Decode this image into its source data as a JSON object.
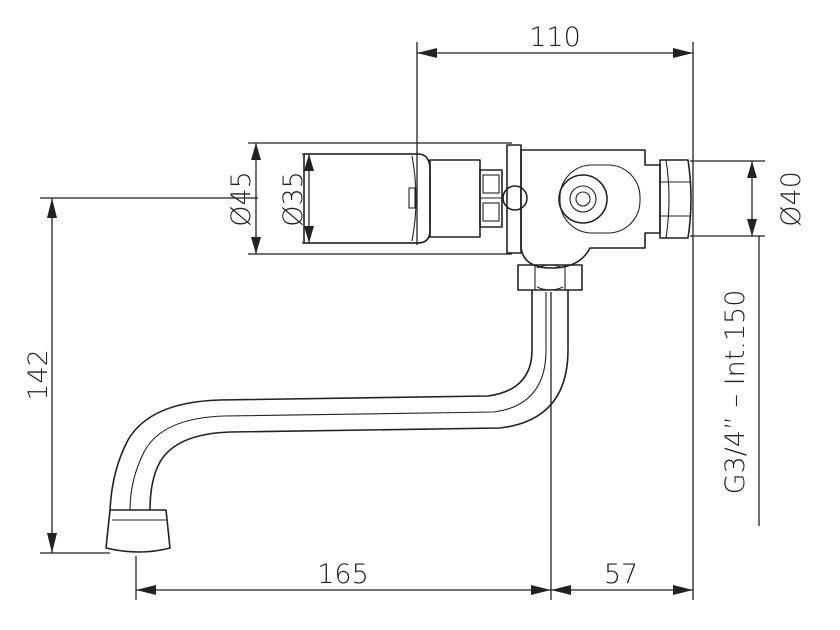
{
  "drawing": {
    "dimensions": {
      "top_width": "110",
      "left_height": "142",
      "bottom_left": "165",
      "bottom_right": "57",
      "dia_outer": "Ø45",
      "dia_inner": "Ø35",
      "dia_right": "Ø40",
      "thread_note": "G3/4”  –  Int.150"
    }
  }
}
